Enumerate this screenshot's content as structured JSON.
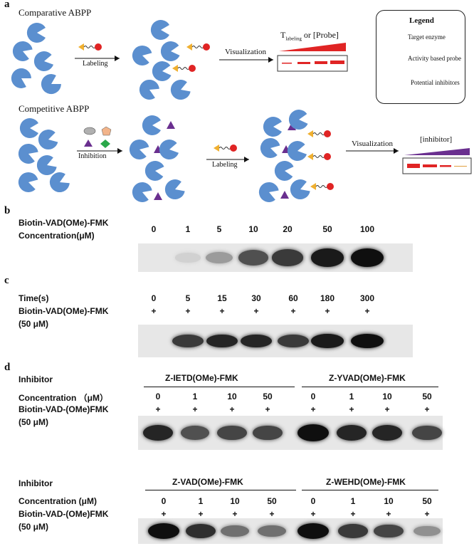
{
  "panel_a": {
    "letter": "a",
    "comparative_title": "Comparative ABPP",
    "competitive_title": "Competitive ABPP",
    "labeling_label_1": "Labeling",
    "labeling_label_2": "Labeling",
    "inhibition_label": "Inhibition",
    "visualization_label_1": "Visualization",
    "visualization_label_2": "Visualization",
    "t_labeling_main": "T",
    "t_labeling_sub": "labeling",
    "t_labeling_rest": "or [Probe]",
    "inhibitor_label": "[inhibitor]",
    "legend": {
      "title": "Legend",
      "target_enzyme": "Target enzyme",
      "activity_probe": "Activity based probe",
      "potential_inhibitors": "Potential inhibitors"
    },
    "colors": {
      "enzyme": "#5b8fcf",
      "probe_red": "#e02424",
      "probe_yellow": "#f0b030",
      "inhibitor_purple": "#6a2f8f",
      "inhibitor_green": "#2aa84a",
      "inhibitor_gray": "#b0b0b0",
      "inhibitor_peach": "#f2b48a"
    }
  },
  "panel_b": {
    "letter": "b",
    "label_line1": "Biotin-VAD(OMe)-FMK",
    "label_line2": "Concentration(μM)",
    "concentrations": [
      "0",
      "1",
      "5",
      "10",
      "20",
      "50",
      "100"
    ],
    "band_intensity": [
      0.0,
      0.1,
      0.35,
      0.7,
      0.8,
      0.95,
      1.0
    ]
  },
  "panel_c": {
    "letter": "c",
    "label_time": "Time(s)",
    "label_probe": "Biotin-VAD(OMe)-FMK",
    "label_conc": "(50  μM)",
    "times": [
      "0",
      "5",
      "15",
      "30",
      "60",
      "180",
      "300"
    ],
    "plus": [
      "+",
      "+",
      "+",
      "+",
      "+",
      "+",
      "+"
    ],
    "band_intensity": [
      0.0,
      0.8,
      0.9,
      0.9,
      0.8,
      0.95,
      1.0
    ]
  },
  "panel_d": {
    "letter": "d",
    "top": {
      "inhibitor_label": "Inhibitor",
      "concentration_label": "Concentration  （μM）",
      "probe_label": "Biotin-VAD-(OMe)FMK",
      "probe_conc": "(50  μM)",
      "group1": "Z-IETD(OMe)-FMK",
      "group2": "Z-YVAD(OMe)-FMK",
      "concentrations": [
        "0",
        "1",
        "10",
        "50",
        "0",
        "1",
        "10",
        "50"
      ],
      "plus": [
        "+",
        "+",
        "+",
        "+",
        "+",
        "+",
        "+",
        "+"
      ],
      "band_intensity": [
        0.9,
        0.7,
        0.75,
        0.75,
        1.0,
        0.9,
        0.9,
        0.75
      ]
    },
    "bottom": {
      "inhibitor_label": "Inhibitor",
      "concentration_label": "Concentration   (μM)",
      "probe_label": "Biotin-VAD-(OMe)FMK",
      "probe_conc": "(50  μM)",
      "group1": "Z-VAD(OMe)-FMK",
      "group2": "Z-WEHD(OMe)-FMK",
      "concentrations": [
        "0",
        "1",
        "10",
        "50",
        "0",
        "1",
        "10",
        "50"
      ],
      "plus": [
        "+",
        "+",
        "+",
        "+",
        "+",
        "+",
        "+",
        "+"
      ],
      "band_intensity": [
        1.0,
        0.85,
        0.55,
        0.55,
        1.0,
        0.8,
        0.75,
        0.4
      ]
    }
  }
}
